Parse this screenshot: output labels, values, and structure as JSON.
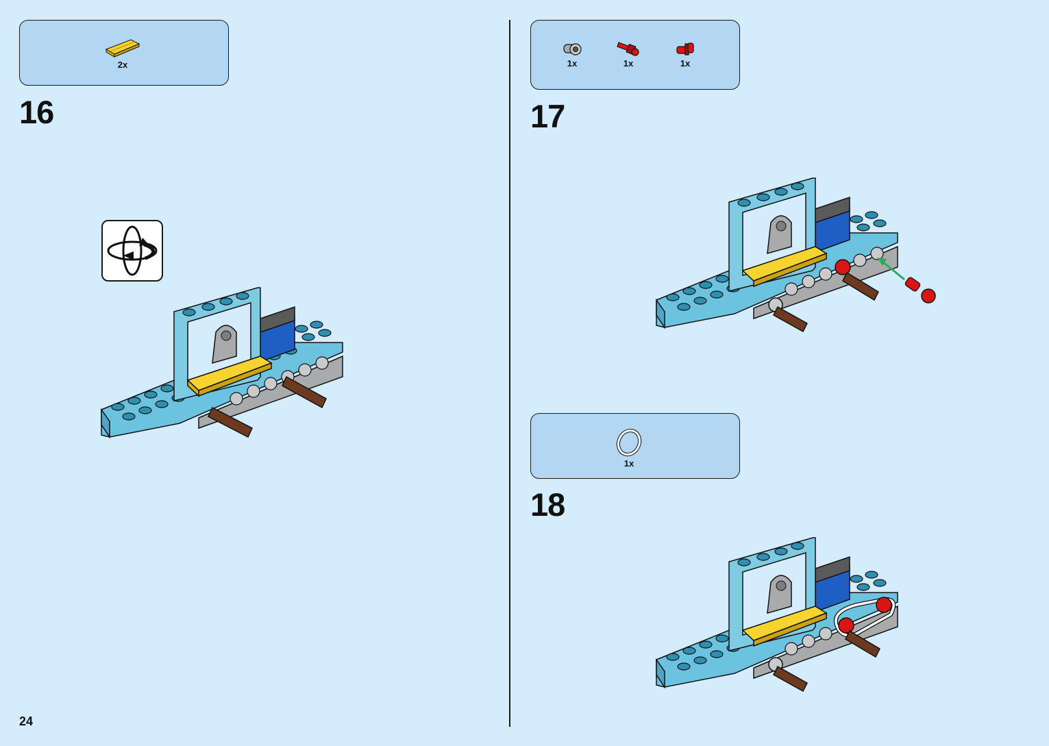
{
  "page": {
    "number": "24"
  },
  "steps": [
    {
      "number": "16",
      "parts": [
        {
          "icon": "yellow-tile-2x4-icon",
          "qty": "2x"
        }
      ],
      "callout": "rotate-model-icon"
    },
    {
      "number": "17",
      "parts": [
        {
          "icon": "gray-pin-connector-icon",
          "qty": "1x"
        },
        {
          "icon": "red-axle-pin-icon",
          "qty": "1x"
        },
        {
          "icon": "red-pin-icon",
          "qty": "1x"
        }
      ]
    },
    {
      "number": "18",
      "parts": [
        {
          "icon": "white-rubber-band-icon",
          "qty": "1x"
        }
      ]
    }
  ],
  "colors": {
    "background": "#d4ecfb",
    "parts_box": "#b3d7f2",
    "brick_light_blue": "#6cc3df",
    "brick_yellow": "#f6d32f",
    "brick_gray": "#a9aaab",
    "brick_blue": "#1f5fc4",
    "brick_brown": "#6b3a1f",
    "brick_red": "#d81616",
    "arrow_green": "#2fa85a"
  }
}
